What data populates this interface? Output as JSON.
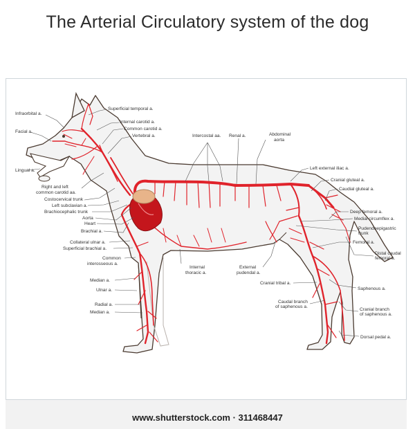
{
  "title": "The Arterial Circulatory system of the dog",
  "footer": "www.shutterstock.com · 311468447",
  "colors": {
    "artery": "#e0232b",
    "heart": "#c4161c",
    "outline": "#4a3a30",
    "leader": "#555555",
    "body_fill": "#f3f3f3"
  },
  "labels": [
    {
      "id": "infraorbital",
      "lines": [
        "Infraorbital a."
      ]
    },
    {
      "id": "facial",
      "lines": [
        "Facial a."
      ]
    },
    {
      "id": "lingual",
      "lines": [
        "Lingual a."
      ]
    },
    {
      "id": "superficial-temporal",
      "lines": [
        "Superficial temporal a."
      ]
    },
    {
      "id": "internal-carotid",
      "lines": [
        "Internal carotid a."
      ]
    },
    {
      "id": "common-carotid",
      "lines": [
        "Common carotid a."
      ]
    },
    {
      "id": "vertebral",
      "lines": [
        "Vertebral a."
      ]
    },
    {
      "id": "right-left-common-carotid",
      "lines": [
        "Right and left",
        "common carotid aa."
      ]
    },
    {
      "id": "costocervical",
      "lines": [
        "Costocervical trunk"
      ]
    },
    {
      "id": "left-subclavian",
      "lines": [
        "Left subclavian a."
      ]
    },
    {
      "id": "brachiocephalic",
      "lines": [
        "Brachiocephalic trunk"
      ]
    },
    {
      "id": "aorta",
      "lines": [
        "Aorta"
      ]
    },
    {
      "id": "heart",
      "lines": [
        "Heart"
      ]
    },
    {
      "id": "brachial",
      "lines": [
        "Brachial a."
      ]
    },
    {
      "id": "collateral-ulnar",
      "lines": [
        "Collateral ulnar a."
      ]
    },
    {
      "id": "superficial-brachial",
      "lines": [
        "Superficial brachial a."
      ]
    },
    {
      "id": "common-interosseous",
      "lines": [
        "Common",
        "interosseous a."
      ]
    },
    {
      "id": "median-1",
      "lines": [
        "Median a."
      ]
    },
    {
      "id": "ulnar",
      "lines": [
        "Ulnar a."
      ]
    },
    {
      "id": "radial",
      "lines": [
        "Radial a."
      ]
    },
    {
      "id": "median-2",
      "lines": [
        "Median a."
      ]
    },
    {
      "id": "intercostal",
      "lines": [
        "Intercostal aa."
      ]
    },
    {
      "id": "renal",
      "lines": [
        "Renal a."
      ]
    },
    {
      "id": "abdominal-aorta",
      "lines": [
        "Abdominal",
        "aorta"
      ]
    },
    {
      "id": "left-external-iliac",
      "lines": [
        "Left external iliac a."
      ]
    },
    {
      "id": "cranial-gluteal",
      "lines": [
        "Cranial gluteal a."
      ]
    },
    {
      "id": "caudal-gluteal",
      "lines": [
        "Caudial gluteal a."
      ]
    },
    {
      "id": "deep-femoral",
      "lines": [
        "Deep femoral a."
      ]
    },
    {
      "id": "medial-circumflex",
      "lines": [
        "Medial circumflex a."
      ]
    },
    {
      "id": "pudendoepigastric",
      "lines": [
        "Pudendoepigastric",
        "trunk"
      ]
    },
    {
      "id": "femoral",
      "lines": [
        "Femoral a."
      ]
    },
    {
      "id": "distal-caudal-femoral",
      "lines": [
        "Distal caudal",
        "femoral a."
      ]
    },
    {
      "id": "internal-thoracic",
      "lines": [
        "Internal",
        "thoracic a."
      ]
    },
    {
      "id": "external-pudendal",
      "lines": [
        "External",
        "pudendal a."
      ]
    },
    {
      "id": "cranial-tibial",
      "lines": [
        "Cranial tribal a."
      ]
    },
    {
      "id": "saphenous",
      "lines": [
        "Saphenous a."
      ]
    },
    {
      "id": "caudal-branch-saphenous",
      "lines": [
        "Caudal branch",
        "of saphenous a."
      ]
    },
    {
      "id": "cranial-branch-saphenous",
      "lines": [
        "Cranial branch",
        "of saphenous a."
      ]
    },
    {
      "id": "dorsal-pedal",
      "lines": [
        "Dorsal pedal a."
      ]
    }
  ]
}
